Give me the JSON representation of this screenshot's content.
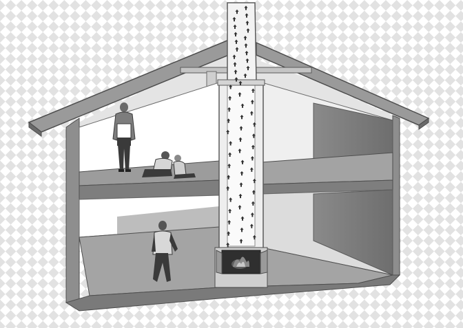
{
  "scene": {
    "subject": "house-cross-section-with-chimney",
    "colors": {
      "background_light": "#ffffff",
      "background_pattern": "#dcdcdc",
      "roof": "#8f8f8f",
      "roof_edge": "#5a5a5a",
      "wall_outer": "#9a9a9a",
      "wall_inner_light": "#bdbdbd",
      "wall_inner_dark": "#7a7a7a",
      "floor": "#8a8a8a",
      "chimney_light": "#f2f2f2",
      "chimney_edge": "#6c6c6c",
      "smoke": "#2f2f2f",
      "fire": "#3b3b3b",
      "person_dark": "#3a3a3a",
      "person_mid": "#6c6c6c",
      "person_light": "#b5b5b5"
    },
    "figures": [
      {
        "id": "standing-man",
        "floor": "upper"
      },
      {
        "id": "kneeling-woman",
        "floor": "upper"
      },
      {
        "id": "crawling-child",
        "floor": "upper"
      },
      {
        "id": "walking-woman",
        "floor": "lower"
      }
    ],
    "smoke_particles": 64
  }
}
